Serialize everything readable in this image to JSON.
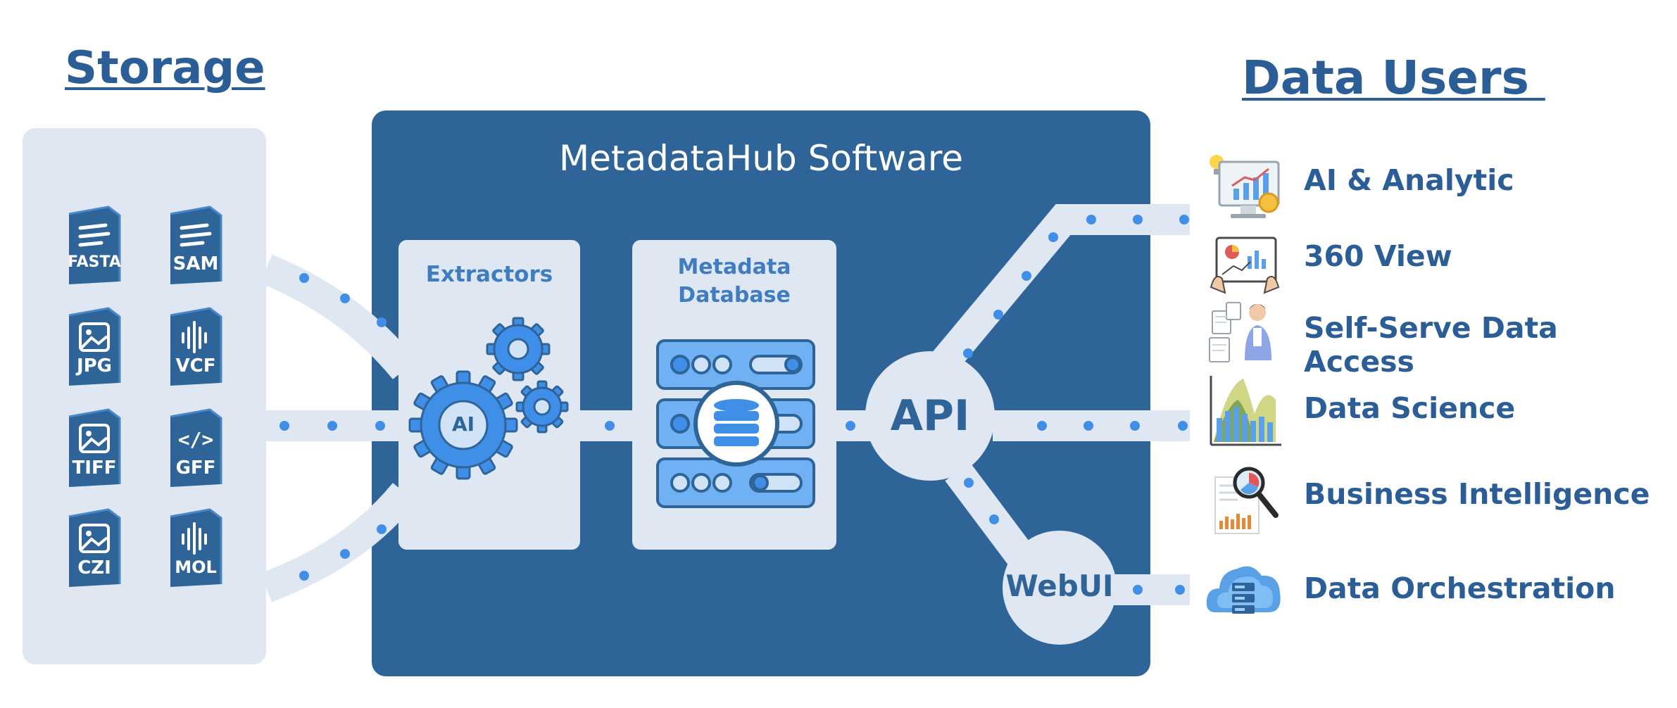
{
  "storage": {
    "title": "Storage",
    "files": [
      "FASTA",
      "SAM",
      "JPG",
      "VCF",
      "TIFF",
      "GFF",
      "CZI",
      "MOL"
    ]
  },
  "hub": {
    "title": "MetadataHub Software",
    "extractors_label": "Extractors",
    "ai_badge": "AI",
    "database_label_line1": "Metadata",
    "database_label_line2": "Database",
    "api_label": "API",
    "webui_label": "WebUI"
  },
  "users": {
    "title": "Data Users ",
    "items": [
      {
        "label": "AI & Analytic",
        "icon": "analytics-monitor-icon"
      },
      {
        "label": "360 View",
        "icon": "dashboard-hands-icon"
      },
      {
        "label": "Self-Serve Data Access",
        "icon": "person-documents-icon"
      },
      {
        "label": "Data Science",
        "icon": "distribution-chart-icon"
      },
      {
        "label": "Business Intelligence",
        "icon": "magnifier-report-icon"
      },
      {
        "label": "Data Orchestration",
        "icon": "cloud-server-icon"
      }
    ]
  },
  "colors": {
    "brand_blue": "#2f6499",
    "heading_blue": "#2b5d97",
    "panel_light": "#dfe8f2",
    "accent_blue": "#3f8fe8"
  }
}
